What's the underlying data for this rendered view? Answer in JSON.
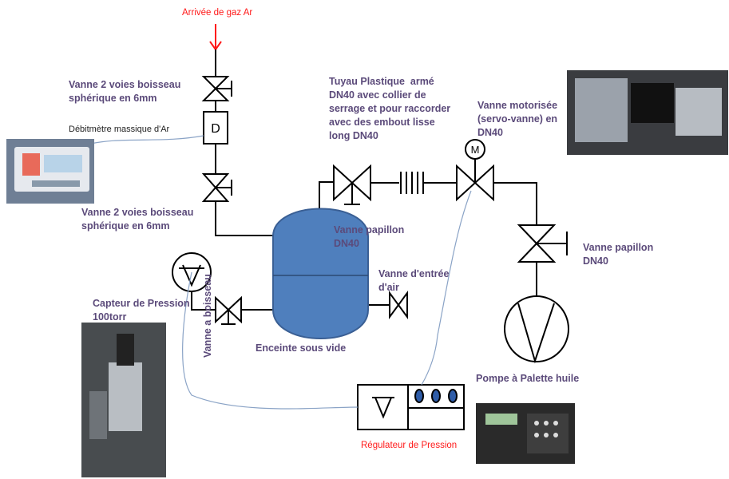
{
  "labels": {
    "gas_inlet": "Arrivée de gaz Ar",
    "valve_top": "Vanne 2 voies boisseau\nsphérique en 6mm",
    "flowmeter": "Débitmètre massique  d'Ar",
    "flowmeter_symbol": "D",
    "valve_lower": "Vanne 2 voies boisseau\nsphérique en 6mm",
    "hose": "Tuyau Plastique  armé\nDN40 avec collier de\nserrage et pour raccorder\navec des embout lisse\nlong DN40",
    "motor_valve": "Vanne motorisée\n(servo-vanne) en\nDN40",
    "motor_symbol": "M",
    "butterfly_left": "Vanne papillon\nDN40",
    "butterfly_right": "Vanne papillon\nDN40",
    "air_inlet": "Vanne d'entrée\nd'air",
    "pressure_sensor": "Capteur de Pression\n100torr",
    "ball_valve": "Vanne a boisseau",
    "chamber": "Enceinte sous vide",
    "pump": "Pompe à Palette huile",
    "regulator": "Régulateur de Pression"
  },
  "colors": {
    "label_purple": "#5b4a7a",
    "label_red": "#ff1a1a",
    "chamber_blue": "#4f7fbd",
    "signal_line": "#8aa3c6"
  }
}
